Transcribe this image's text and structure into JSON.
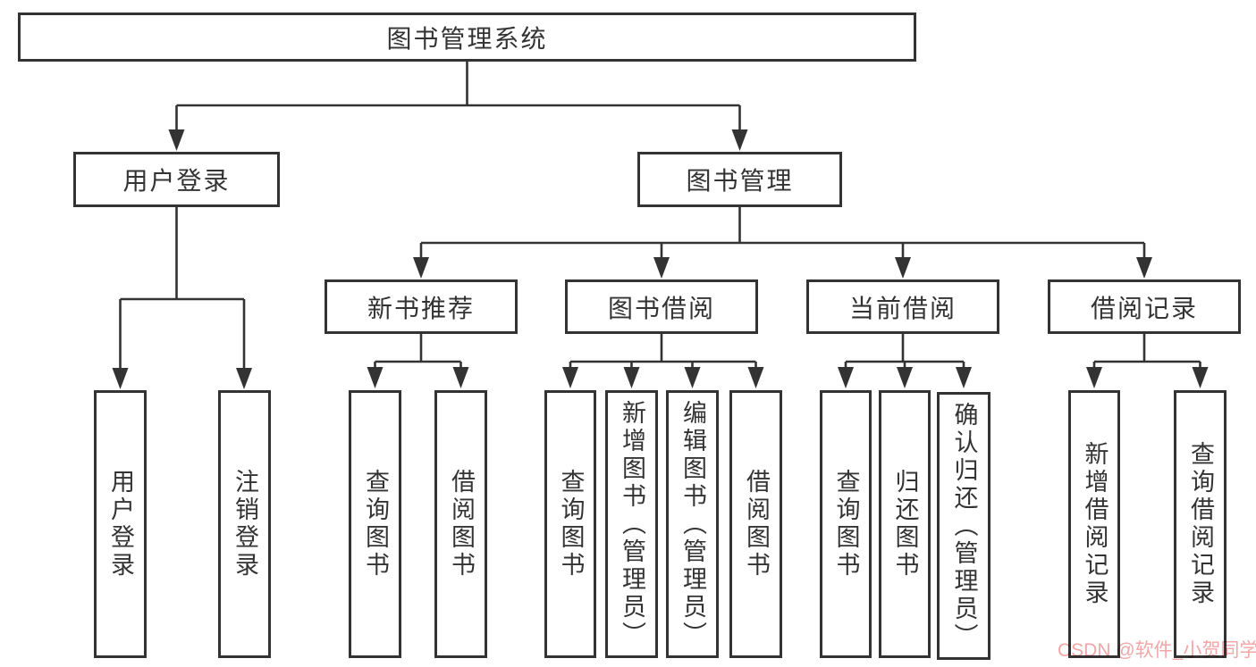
{
  "tree": {
    "root": {
      "label": "图书管理系统"
    },
    "branches": [
      {
        "label": "用户登录",
        "children": [
          {
            "label": "用户登录"
          },
          {
            "label": "注销登录"
          }
        ]
      },
      {
        "label": "图书管理",
        "children": [
          {
            "label": "新书推荐",
            "children": [
              {
                "label": "查询图书"
              },
              {
                "label": "借阅图书"
              }
            ]
          },
          {
            "label": "图书借阅",
            "children": [
              {
                "label": "查询图书"
              },
              {
                "label": "新增图书（管理员）"
              },
              {
                "label": "编辑图书（管理员）"
              },
              {
                "label": "借阅图书"
              }
            ]
          },
          {
            "label": "当前借阅",
            "children": [
              {
                "label": "查询图书"
              },
              {
                "label": "归还图书"
              },
              {
                "label": "确认归还（管理员）"
              }
            ]
          },
          {
            "label": "借阅记录",
            "children": [
              {
                "label": "新增借阅记录"
              },
              {
                "label": "查询借阅记录"
              }
            ]
          }
        ]
      }
    ]
  },
  "watermark": {
    "text": "CSDN @软件_小贺同学"
  },
  "colors": {
    "line": "#333333",
    "box_border": "#333333",
    "text": "#333333",
    "watermark": "#f2a6a6",
    "background": "#ffffff"
  }
}
